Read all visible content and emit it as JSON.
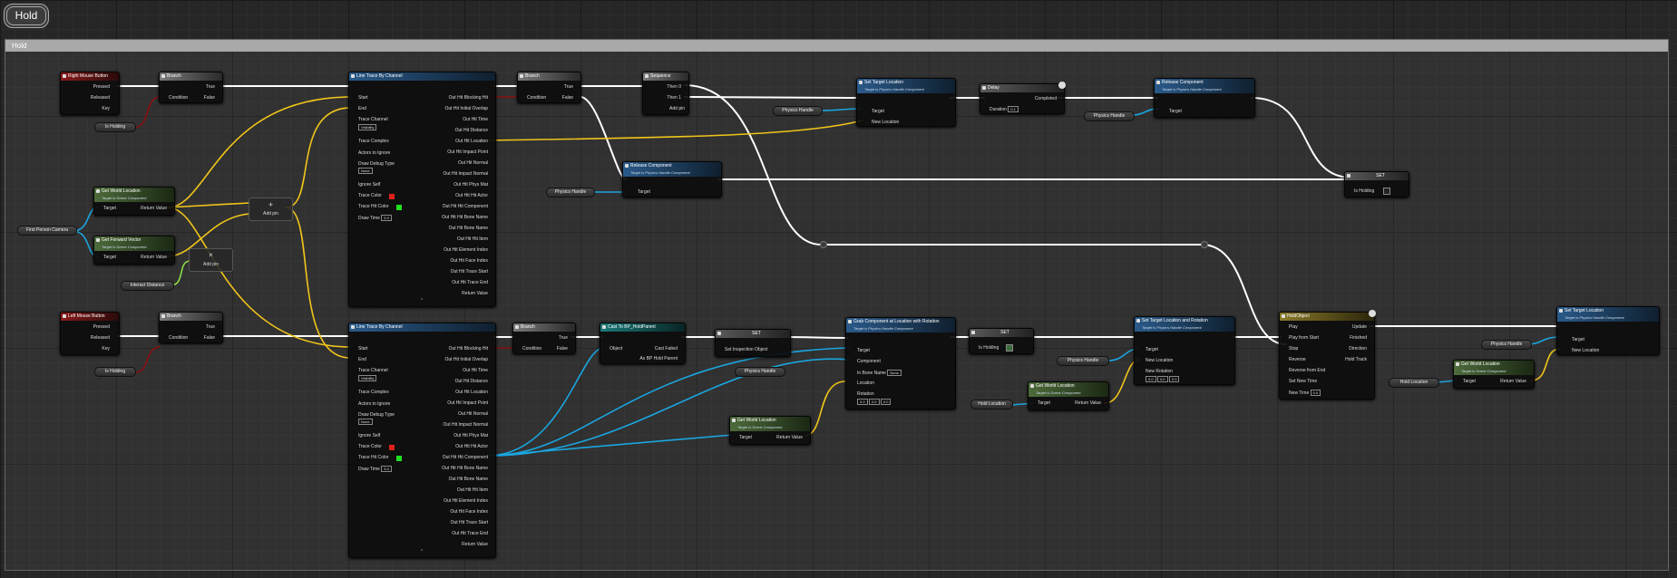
{
  "tag": {
    "label": "Hold"
  },
  "comment": {
    "title": "Hold"
  },
  "colors": {
    "exec": "#ffffff",
    "vector": "#f0c51a",
    "object": "#1aa6e0",
    "bool": "#8b1010",
    "float": "#8ee04a",
    "struct_rot": "#9aa3ff"
  },
  "vars": {
    "is_holding": "Is Holding",
    "first_person_camera": "First Person Camera",
    "interact_distance": "Interact Distance",
    "physics_handle": "Physics Handle",
    "hold_location": "Hold Location"
  },
  "pins": {
    "pressed": "Pressed",
    "released": "Released",
    "key": "Key",
    "true": "True",
    "false": "False",
    "condition": "Condition",
    "start": "Start",
    "end": "End",
    "trace_channel": "Trace Channel",
    "visibility": "Visibility",
    "trace_complex": "Trace Complex",
    "actors_to_ignore": "Actors to Ignore",
    "draw_debug_type": "Draw Debug Type",
    "none": "None",
    "ignore_self": "Ignore Self",
    "trace_color": "Trace Color",
    "trace_hit_color": "Trace Hit Color",
    "draw_time": "Draw Time",
    "draw_time_val": "5.0",
    "then0": "Then 0",
    "then1": "Then 1",
    "add_pin": "Add pin",
    "target": "Target",
    "new_location": "New Location",
    "return_value": "Return Value",
    "duration": "Duration",
    "duration_val": "0.1",
    "completed": "Completed",
    "object": "Object",
    "cast_failed": "Cast Failed",
    "as_bp_holdparent": "As BP Hold Parent",
    "set_inspection_object": "Set Inspection Object",
    "component": "Component",
    "in_bone_name": "In Bone Name",
    "in_bone_val": "None",
    "location": "Location",
    "rotation": "Rotation",
    "rot_x": "0.0",
    "rot_y": "0.0",
    "rot_z": "0.0",
    "new_rotation": "New Rotation",
    "play": "Play",
    "play_from_start": "Play from Start",
    "stop": "Stop",
    "reverse": "Reverse",
    "reverse_from_end": "Reverse from End",
    "set_new_time": "Set New Time",
    "new_time": "New Time",
    "new_time_val": "0.0",
    "update": "Update",
    "finished": "Finished",
    "direction": "Direction",
    "hold_track": "Hold Track",
    "set": "SET",
    "cast_subtitle": "Cast To BP_HoldParent"
  },
  "out_hit": [
    "Out Hit Blocking Hit",
    "Out Hit Initial Overlap",
    "Out Hit Time",
    "Out Hit Distance",
    "Out Hit Location",
    "Out Hit Impact Point",
    "Out Hit Normal",
    "Out Hit Impact Normal",
    "Out Hit Phys Mat",
    "Out Hit Hit Actor",
    "Out Hit Hit Component",
    "Out Hit Hit Bone Name",
    "Out Hit Bone Name",
    "Out Hit Hit Item",
    "Out Hit Element Index",
    "Out Hit Face Index",
    "Out Hit Trace Start",
    "Out Hit Trace End",
    "Return Value"
  ],
  "nodes": {
    "rmb": "Right Mouse Button",
    "lmb": "Left Mouse Button",
    "branch": "Branch",
    "line_trace": "Line Trace By Channel",
    "sequence": "Sequence",
    "set_target_location": "Set Target Location",
    "target_physics_handle": "Target is Physics Handle Component",
    "delay": "Delay",
    "release_component": "Release Component",
    "get_world_location": "Get World Location",
    "target_scene_component": "Target is Scene Component",
    "get_forward_vector": "Get Forward Vector",
    "cast": "Cast To BP_HoldParent",
    "grab": "Grab Component at Location with Rotation",
    "set_target_loc_rot": "Set Target Location and Rotation",
    "hold_object": "HoldObject"
  }
}
